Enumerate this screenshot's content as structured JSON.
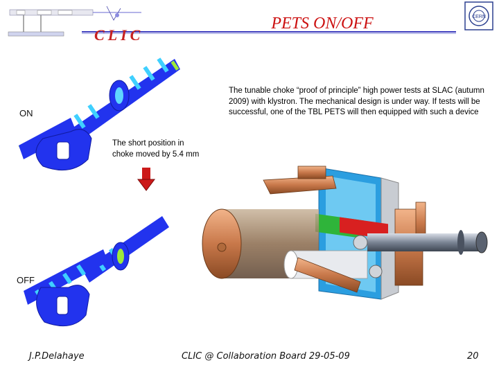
{
  "header": {
    "title": "PETS ON/OFF",
    "logo_text": "CLIC",
    "cern_text": "CERN"
  },
  "labels": {
    "on": "ON",
    "off": "OFF"
  },
  "description": "The tunable choke “proof of principle” high power tests at SLAC (autumn 2009) with klystron. The mechanical design is under way. If tests will be successful, one of the TBL PETS will then equipped with such a device",
  "short_note": "The short position in choke moved by 5.4 mm",
  "footer": {
    "author": "J.P.Delahaye",
    "event": "CLIC @ Collaboration Board 29-05-09",
    "page": "20"
  },
  "colors": {
    "title": "#cc1111",
    "accent_blue": "#3b3bbd",
    "arrow": "#cc1a1a"
  }
}
